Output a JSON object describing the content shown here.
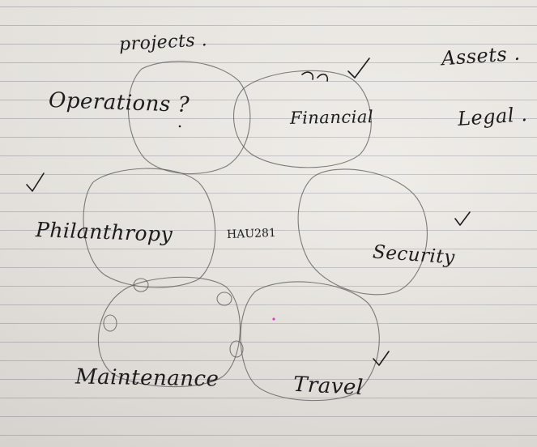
{
  "notes": {
    "projects": "projects .",
    "assets": "Assets .",
    "operations": "Operations ?",
    "financial": "Financial",
    "legal": "Legal .",
    "philanthropy": "Philanthropy",
    "center_code": "HAU281",
    "security": "Security",
    "maintenance": "Maintenance",
    "travel": "Travel"
  },
  "colors": {
    "paper": "#ece9e4",
    "rule_line": "#9696a0",
    "ink": "#1c1c1c",
    "pencil": "#555555"
  }
}
